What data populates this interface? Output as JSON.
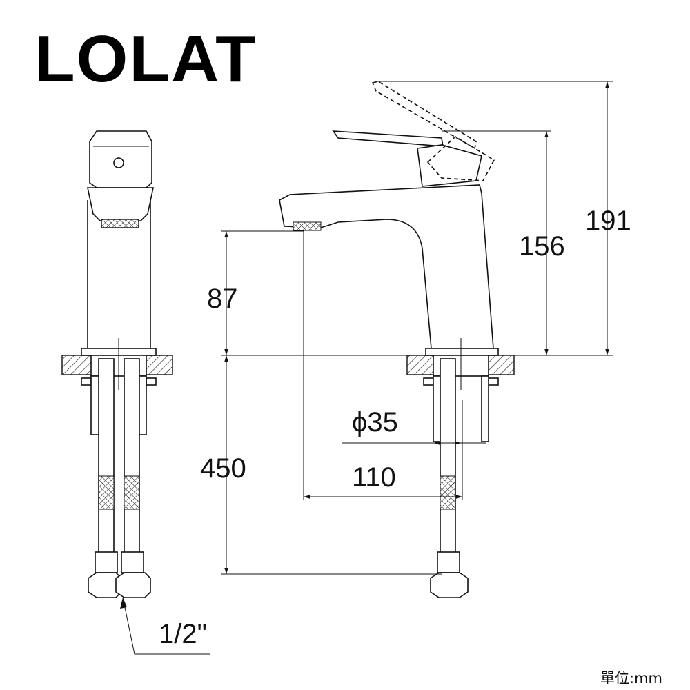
{
  "brand": {
    "logo": "LOLAT"
  },
  "dimensions": {
    "total_height": "191",
    "handle_height": "156",
    "spout_height": "87",
    "hose_length": "450",
    "base_diameter": "ϕ35",
    "spout_reach": "110",
    "thread_size": "1/2\""
  },
  "unit_label": "單位:mm",
  "colors": {
    "line": "#111111",
    "background": "#ffffff"
  }
}
